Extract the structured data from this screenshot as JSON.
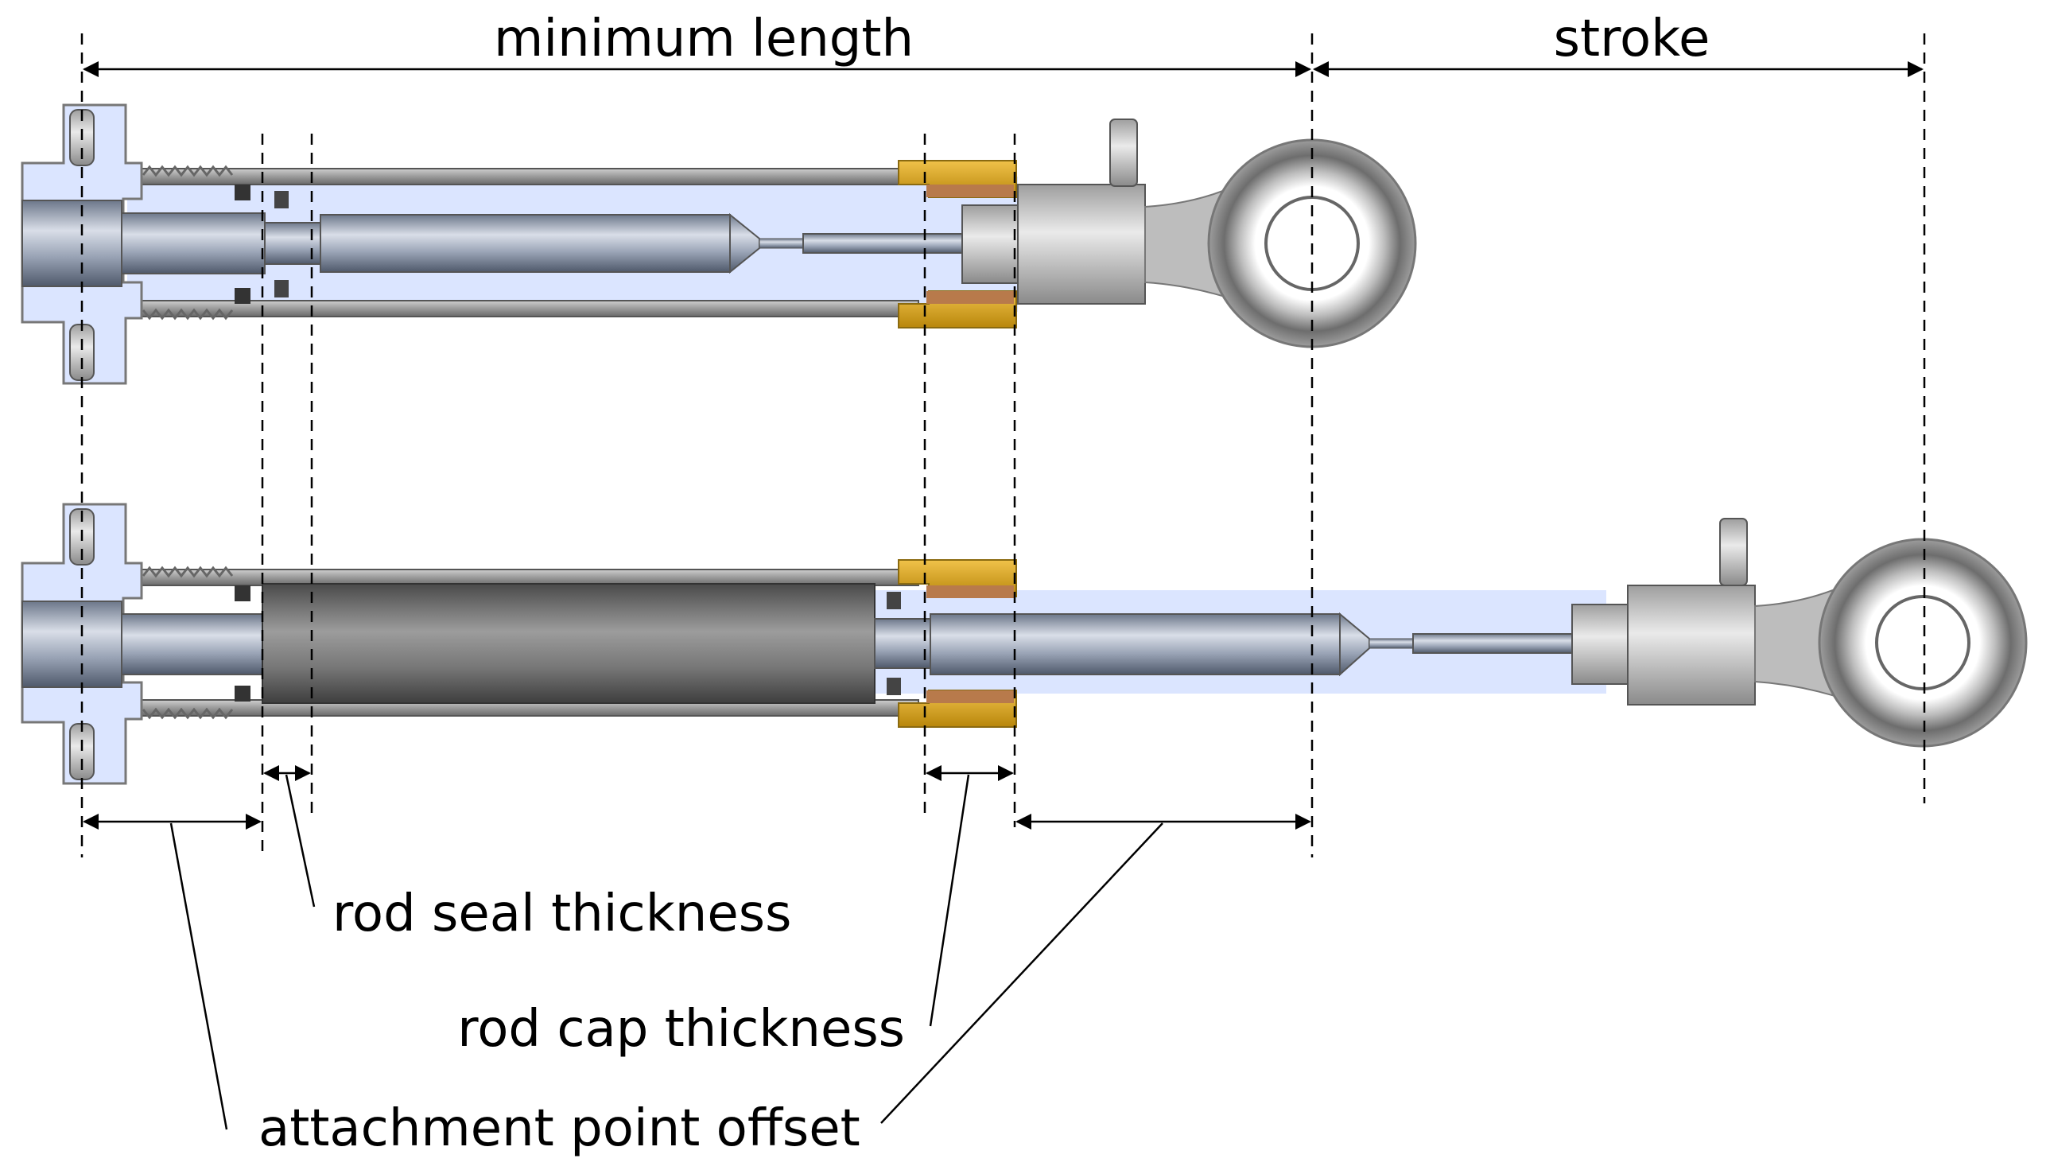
{
  "labels": {
    "minimum_length": "minimum length",
    "stroke": "stroke",
    "rod_seal_thickness": "rod seal thickness",
    "rod_cap_thickness": "rod cap thickness",
    "attachment_point_offset": "attachment point offset"
  },
  "colors": {
    "fluid": "#dbe5ff",
    "steel": "#a9a9a9",
    "steel_dark": "#6f6f6f",
    "rod_blue": "#8c97ab",
    "brass": "#d4a21c",
    "copper": "#b87a4b",
    "dimension_line": "#000000"
  }
}
